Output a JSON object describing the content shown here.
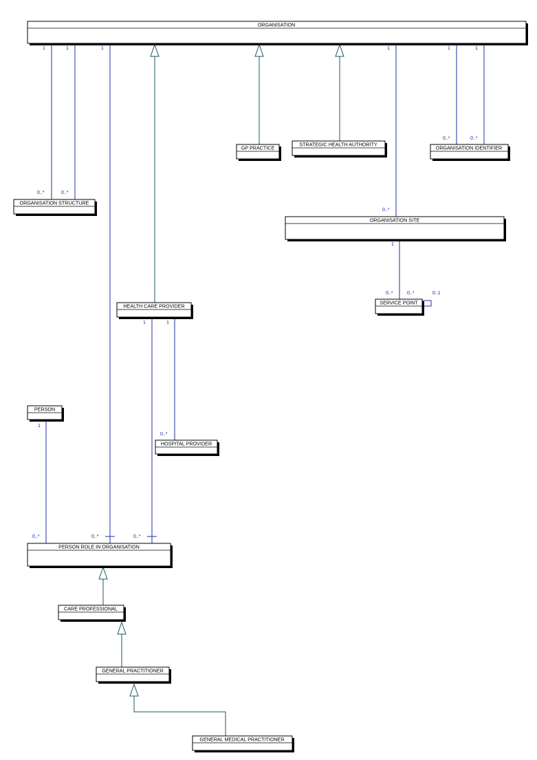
{
  "diagram": {
    "classes": {
      "organisation": "ORGANISATION",
      "gp_practice": "GP PRACTICE",
      "strategic_health_authority": "STRATEGIC HEALTH AUTHORITY",
      "organisation_identifier": "ORGANISATION IDENTIFIER",
      "organisation_structure": "ORGANISATION STRUCTURE",
      "organisation_site": "ORGANISATION SITE",
      "service_point": "SERVICE POINT",
      "health_care_provider": "HEALTH CARE PROVIDER",
      "person": "PERSON",
      "hospital_provider": "HOSPITAL PROVIDER",
      "person_role_in_organisation": "PERSON ROLE IN ORGANISATION",
      "care_professional": "CARE PROFESSIONAL",
      "general_practitioner": "GENERAL PRACTITIONER",
      "general_medical_practitioner": "GENERAL MEDICAL PRACTITIONER"
    },
    "multiplicities": {
      "one": "1",
      "many": "0..*",
      "optional": "0..1"
    }
  }
}
